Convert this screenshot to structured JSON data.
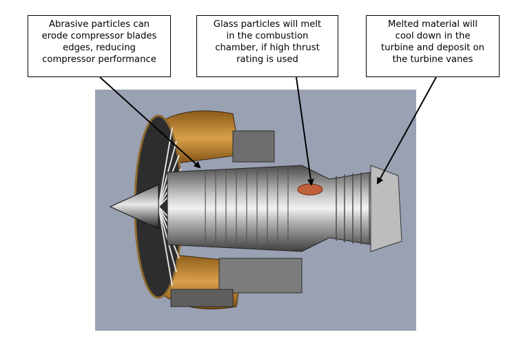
{
  "callouts": [
    {
      "id": "erosion",
      "lines": [
        "Abrasive particles can",
        "erode compressor blades",
        "edges, reducing",
        "compressor performance"
      ]
    },
    {
      "id": "melting",
      "lines": [
        "Glass particles will melt",
        "in the combustion",
        "chamber, if high thrust",
        "rating is used"
      ]
    },
    {
      "id": "deposit",
      "lines": [
        "Melted material will",
        "cool down in the",
        "turbine and deposit on",
        "the turbine vanes"
      ]
    }
  ],
  "image": {
    "subject": "cutaway turbofan jet engine",
    "background_color": "#9aa1b3"
  },
  "colors": {
    "box_border": "#000000",
    "arrow": "#000000",
    "nacelle": "#c58a2e"
  }
}
